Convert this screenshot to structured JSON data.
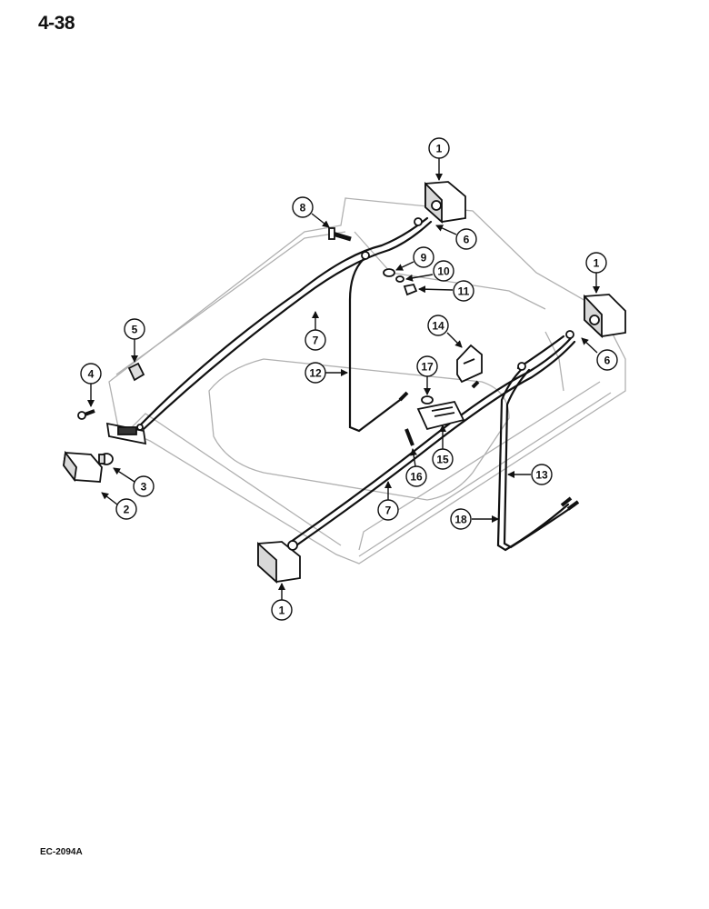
{
  "page": {
    "number": "4-38",
    "figure_code": "EC-2094A"
  },
  "callouts": [
    {
      "id": "c1-top",
      "label": "1"
    },
    {
      "id": "c1-right",
      "label": "1"
    },
    {
      "id": "c1-bottom",
      "label": "1"
    },
    {
      "id": "c2",
      "label": "2"
    },
    {
      "id": "c3",
      "label": "3"
    },
    {
      "id": "c4",
      "label": "4"
    },
    {
      "id": "c5",
      "label": "5"
    },
    {
      "id": "c6-top",
      "label": "6"
    },
    {
      "id": "c6-right",
      "label": "6"
    },
    {
      "id": "c7-upper",
      "label": "7"
    },
    {
      "id": "c7-lower",
      "label": "7"
    },
    {
      "id": "c8",
      "label": "8"
    },
    {
      "id": "c9",
      "label": "9"
    },
    {
      "id": "c10",
      "label": "10"
    },
    {
      "id": "c11",
      "label": "11"
    },
    {
      "id": "c12",
      "label": "12"
    },
    {
      "id": "c13",
      "label": "13"
    },
    {
      "id": "c14",
      "label": "14"
    },
    {
      "id": "c15",
      "label": "15"
    },
    {
      "id": "c16",
      "label": "16"
    },
    {
      "id": "c17",
      "label": "17"
    },
    {
      "id": "c18",
      "label": "18"
    }
  ]
}
